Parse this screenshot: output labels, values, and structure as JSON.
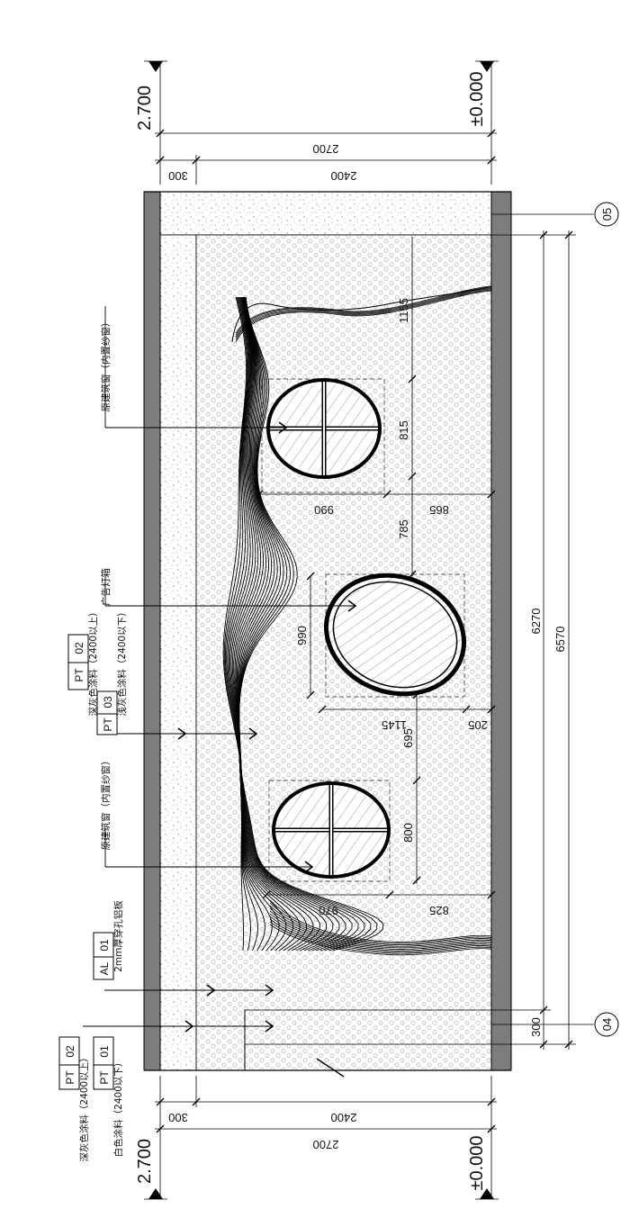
{
  "levels": {
    "top_right": "2.700",
    "bottom_right": "±0.000",
    "top_left": "2.700",
    "bottom_left": "±0.000"
  },
  "dims": {
    "total_height": "2700",
    "upper_band": "300",
    "lower_band": "2400",
    "total_height_left": "2700",
    "upper_band_left": "300",
    "lower_band_left": "2400",
    "total_len_a": "6270",
    "total_len_b": "6570",
    "end_300": "300",
    "w1_h": "815",
    "w1_w": "990",
    "w1_off": "865",
    "gap_1155": "1155",
    "w2_h": "990",
    "w2_w": "1145",
    "w2_off": "205",
    "gap_785": "785",
    "gap_695": "695",
    "w3_h": "800",
    "w3_w": "970",
    "w3_off": "825"
  },
  "grid_markers": {
    "top": "05",
    "bottom": "04"
  },
  "tags": {
    "pt02_top": {
      "code": "PT",
      "num": "02",
      "note": "深灰色涂料（2400以上）"
    },
    "pt03": {
      "code": "PT",
      "num": "03",
      "note": "浅灰色涂料（2400以下）"
    },
    "al01": {
      "code": "AL",
      "num": "01",
      "note": "2mm厚穿孔铝板"
    },
    "pt02_bottom": {
      "code": "PT",
      "num": "02",
      "note": "深灰色涂料（2400以上）"
    },
    "pt01": {
      "code": "PT",
      "num": "01",
      "note": "白色涂料（2400以下）"
    }
  },
  "callouts": {
    "window_top": "原建筑窗（内置纱窗）",
    "lightbox": "广告灯箱",
    "window_bottom": "原建筑窗（内置纱窗）"
  }
}
